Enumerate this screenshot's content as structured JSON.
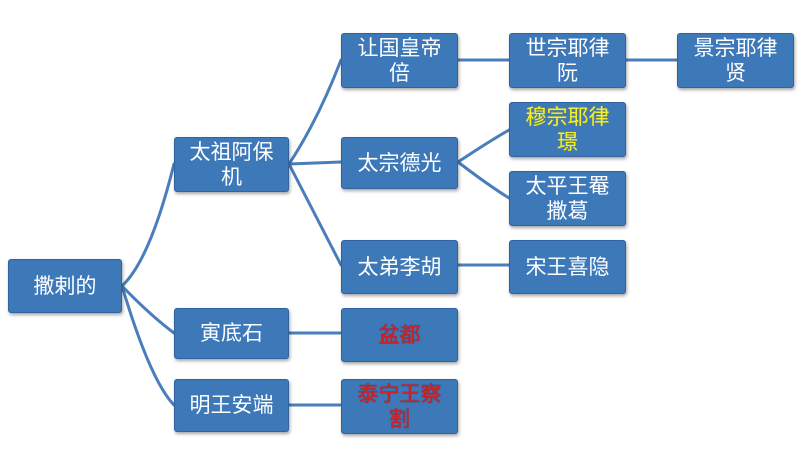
{
  "tree": {
    "root": "撒剌的",
    "n1": "太祖阿保机",
    "n2": "寅底石",
    "n3": "明王安端",
    "n11": "让国皇帝倍",
    "n12": "太宗德光",
    "n13": "太弟李胡",
    "n111": "世宗耶律阮",
    "n1111": "景宗耶律贤",
    "n121": "穆宗耶律璟",
    "n122": "太平王罨撒葛",
    "n131": "宋王喜隐",
    "n21": "盆都",
    "n31": "泰宁王察割"
  },
  "colors": {
    "node_fill": "#3d78b9",
    "edge": "#4a7ebb",
    "text": "#ffffff",
    "highlight_yellow": "#f4ee2c",
    "highlight_red": "#d72020"
  }
}
